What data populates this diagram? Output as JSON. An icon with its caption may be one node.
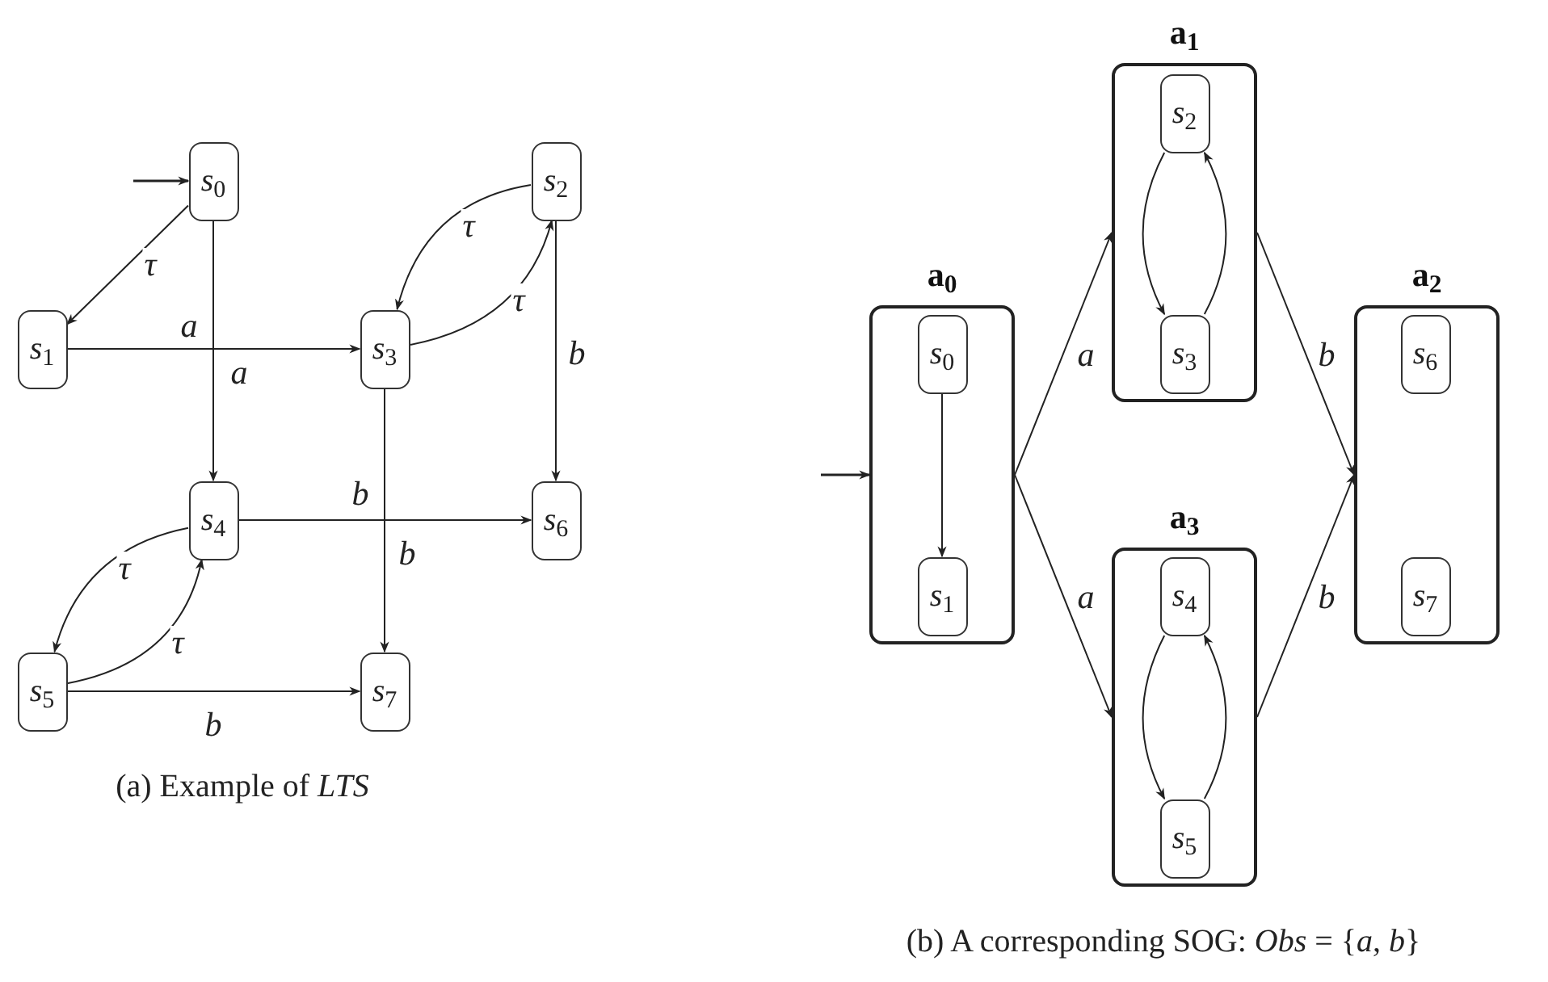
{
  "diagram": {
    "nodes": [
      {
        "text": [
          "*s*$_{0}$"
        ]
      },
      {
        "text": [
          "*s*$_{1}$"
        ]
      },
      {
        "text": [
          "*s*$_{2}$"
        ]
      },
      {
        "text": [
          "*s*$_{3}$"
        ]
      },
      {
        "text": [
          "*s*$_{4}$"
        ]
      },
      {
        "text": [
          "*s*$_{5}$"
        ]
      },
      {
        "text": [
          "*s*$_{6}$"
        ]
      },
      {
        "text": [
          "*s*$_{7}$"
        ]
      },
      {
        "text": [
          "a$_{0}$"
        ]
      },
      {
        "text": [
          "*s*$_{0}$"
        ],
        "in": 8
      },
      {
        "text": [
          "*s*$_{1}$"
        ],
        "in": 8
      },
      {
        "text": [
          "a$_{1}$"
        ]
      },
      {
        "text": [
          "*s*$_{2}$"
        ],
        "in": 11
      },
      {
        "text": [
          "*s*$_{3}$"
        ],
        "in": 11
      },
      {
        "text": [
          "a$_{2}$"
        ]
      },
      {
        "text": [
          "*s*$_{6}$"
        ],
        "in": 14
      },
      {
        "text": [
          "*s*$_{7}$"
        ],
        "in": 14
      },
      {
        "text": [
          "a$_{3}$"
        ]
      },
      {
        "text": [
          "*s*$_{4}$"
        ],
        "in": 17
      },
      {
        "text": [
          "*s*$_{5}$"
        ],
        "in": 17
      }
    ],
    "edges": [
      {
        "from": null,
        "to": 0,
        "arrow": "to"
      },
      {
        "from": 0,
        "to": 1,
        "arrow": "to",
        "label": "τ"
      },
      {
        "from": 1,
        "to": 3,
        "arrow": "to",
        "label": "a"
      },
      {
        "from": 0,
        "to": 4,
        "arrow": "to",
        "label": "a"
      },
      {
        "from": 2,
        "to": 3,
        "arrow": "to",
        "label": "τ"
      },
      {
        "from": 3,
        "to": 2,
        "arrow": "to",
        "label": "τ"
      },
      {
        "from": 2,
        "to": 6,
        "arrow": "to",
        "label": "b"
      },
      {
        "from": 3,
        "to": 7,
        "arrow": "to",
        "label": "b"
      },
      {
        "from": 4,
        "to": 6,
        "arrow": "to",
        "label": "b"
      },
      {
        "from": 4,
        "to": 5,
        "arrow": "to",
        "label": "τ"
      },
      {
        "from": 5,
        "to": 4,
        "arrow": "to",
        "label": "τ"
      },
      {
        "from": 5,
        "to": 7,
        "arrow": "to",
        "label": "b"
      },
      {
        "from": null,
        "to": 8,
        "arrow": "to"
      },
      {
        "from": 9,
        "to": 10,
        "arrow": "to"
      },
      {
        "from": 8,
        "to": 11,
        "arrow": "to",
        "label": "a"
      },
      {
        "from": 8,
        "to": 17,
        "arrow": "to",
        "label": "a"
      },
      {
        "from": 11,
        "to": 14,
        "arrow": "to",
        "label": "b"
      },
      {
        "from": 17,
        "to": 14,
        "arrow": "to",
        "label": "b"
      },
      {
        "from": 12,
        "to": 13,
        "arrow": "to"
      },
      {
        "from": 13,
        "to": 12,
        "arrow": "to"
      },
      {
        "from": 18,
        "to": 19,
        "arrow": "to"
      },
      {
        "from": 19,
        "to": 18,
        "arrow": "to"
      }
    ],
    "labels": [
      "(a) Example of *LTS*",
      "(b) A corresponding SOG: *Obs* = {*a*, *b*}"
    ]
  }
}
